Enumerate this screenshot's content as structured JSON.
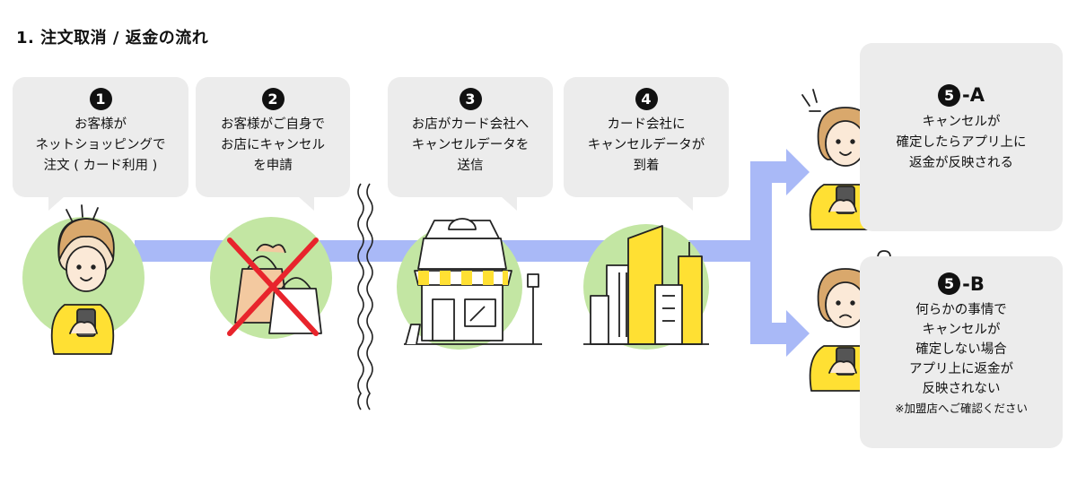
{
  "title": "1. 注文取消 / 返金の流れ",
  "steps": [
    {
      "num": "1",
      "lines": [
        "お客様が",
        "ネットショッピングで",
        "注文 ( カード利用 )"
      ]
    },
    {
      "num": "2",
      "lines": [
        "お客様がご自身で",
        "お店にキャンセル",
        "を申請"
      ]
    },
    {
      "num": "3",
      "lines": [
        "お店がカード会社へ",
        "キャンセルデータを",
        "送信"
      ]
    },
    {
      "num": "4",
      "lines": [
        "カード会社に",
        "キャンセルデータが",
        "到着"
      ]
    }
  ],
  "outcomes": [
    {
      "num": "5",
      "suffix": "-A",
      "lines": [
        "キャンセルが",
        "確定したらアプリ上に",
        "返金が反映される"
      ]
    },
    {
      "num": "5",
      "suffix": "-B",
      "lines": [
        "何らかの事情で",
        "キャンセルが",
        "確定しない場合",
        "アプリ上に返金が",
        "反映されない"
      ],
      "note": "※加盟店へご確認ください"
    }
  ],
  "colors": {
    "flow_line": "#a9b9f7",
    "circle_green": "#c3e6a3",
    "bubble_gray": "#ececec",
    "accent_yellow": "#ffe033",
    "cross_red": "#e8242c"
  }
}
